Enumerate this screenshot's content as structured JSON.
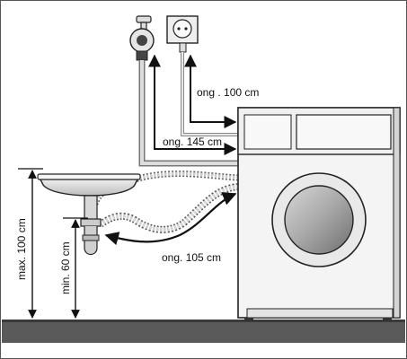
{
  "labels": {
    "power_length": "ong  . 100 cm",
    "water_length": "ong. 145 cm",
    "drain_length": "ong. 105 cm",
    "max_height": "max. 100 cm",
    "min_height": "min. 60 cm"
  },
  "colors": {
    "outline": "#222222",
    "floor": "#5a5a5a",
    "machine": "#f4f4f4",
    "door_glass": "#9a9a9a",
    "hose": "#cfcfcf"
  }
}
